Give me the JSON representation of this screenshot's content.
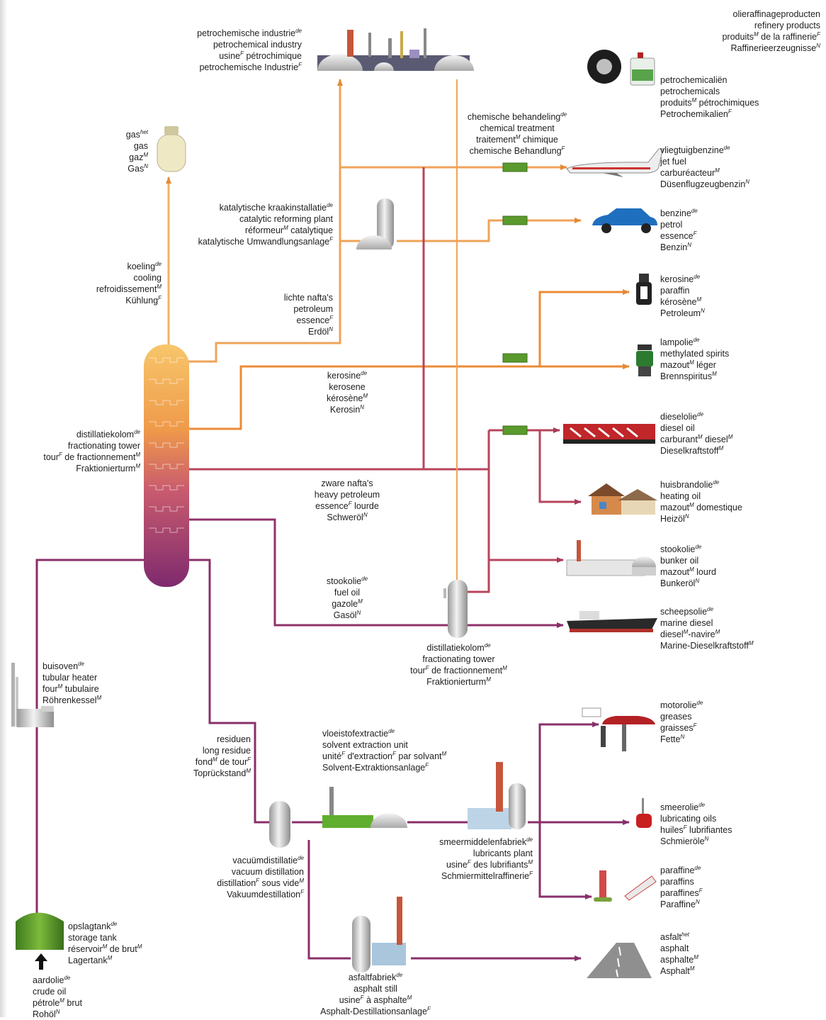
{
  "header": {
    "lines": [
      "olieraffinageproducten",
      "refinery products",
      "produits^M de la raffinerie^F",
      "Raffinerieerzeugnisse^N"
    ]
  },
  "units": {
    "petrochemical_industry": [
      "petrochemische industrie^de",
      "petrochemical industry",
      "usine^F pétrochimique",
      "petrochemische Industrie^F"
    ],
    "cooling": [
      "koeling^de",
      "cooling",
      "refroidissement^M",
      "Kühlung^F"
    ],
    "catalytic_reforming": [
      "katalytische kraakinstallatie^de",
      "catalytic reforming plant",
      "réformeur^M catalytique",
      "katalytische Umwandlungsanlage^F"
    ],
    "chemical_treatment": [
      "chemische behandeling^de",
      "chemical treatment",
      "traitement^M chimique",
      "chemische Behandlung^F"
    ],
    "light_naphtha": [
      "lichte nafta's",
      "petroleum",
      "essence^F",
      "Erdöl^N"
    ],
    "kerosene_stream": [
      "kerosine^de",
      "kerosene",
      "kérosène^M",
      "Kerosin^N"
    ],
    "main_tower": [
      "distillatiekolom^de",
      "fractionating tower",
      "tour^F de fractionnement^M",
      "Fraktionierturm^M"
    ],
    "heavy_naphtha": [
      "zware nafta's",
      "heavy petroleum",
      "essence^F lourde",
      "Schweröl^N"
    ],
    "fuel_oil_stream": [
      "stookolie^de",
      "fuel oil",
      "gazole^M",
      "Gasöl^N"
    ],
    "second_tower": [
      "distillatiekolom^de",
      "fractionating tower",
      "tour^F de fractionnement^M",
      "Fraktionierturm^M"
    ],
    "tubular_heater": [
      "buisoven^de",
      "tubular heater",
      "four^M tubulaire",
      "Röhrenkessel^M"
    ],
    "residue": [
      "residuen",
      "long residue",
      "fond^M de tour^F",
      "Toprückstand^M"
    ],
    "solvent_extraction": [
      "vloeistofextractie^de",
      "solvent extraction unit",
      "unité^F d'extraction^F par solvant^M",
      "Solvent-Extraktionsanlage^F"
    ],
    "lubricants_plant": [
      "smeermiddelenfabriek^de",
      "lubricants plant",
      "usine^F des lubrifiants^M",
      "Schmiermittelraffinerie^F"
    ],
    "vacuum_distillation": [
      "vacuümdistillatie^de",
      "vacuum distillation",
      "distillation^F sous vide^M",
      "Vakuumdestillation^F"
    ],
    "asphalt_still": [
      "asfaltfabriek^de",
      "asphalt still",
      "usine^F à asphalte^M",
      "Asphalt-Destillationsanlage^F"
    ],
    "storage_tank": [
      "opslagtank^de",
      "storage tank",
      "réservoir^M de brut^M",
      "Lagertank^M"
    ],
    "crude_oil": [
      "aardolie^de",
      "crude oil",
      "pétrole^M brut",
      "Rohöl^N"
    ]
  },
  "products": {
    "gas": [
      "gas^het",
      "gas",
      "gaz^M",
      "Gas^N"
    ],
    "petrochemicals": [
      "petrochemicaliën",
      "petrochemicals",
      "produits^M pétrochimiques",
      "Petrochemikalien^F"
    ],
    "jet_fuel": [
      "vliegtuigbenzine^de",
      "jet fuel",
      "carburéacteur^M",
      "Düsenflugzeugbenzin^N"
    ],
    "petrol": [
      "benzine^de",
      "petrol",
      "essence^F",
      "Benzin^N"
    ],
    "paraffin": [
      "kerosine^de",
      "paraffin",
      "kérosène^M",
      "Petroleum^N"
    ],
    "methylated_spirits": [
      "lampolie^de",
      "methylated spirits",
      "mazout^M léger",
      "Brennspiritus^M"
    ],
    "diesel_oil": [
      "dieselolie^de",
      "diesel oil",
      "carburant^M diesel^M",
      "Dieselkraftstoff^M"
    ],
    "heating_oil": [
      "huisbrandolie^de",
      "heating oil",
      "mazout^M domestique",
      "Heizöl^N"
    ],
    "bunker_oil": [
      "stookolie^de",
      "bunker oil",
      "mazout^M lourd",
      "Bunkeröl^N"
    ],
    "marine_diesel": [
      "scheepsolie^de",
      "marine diesel",
      "diesel^M-navire^M",
      "Marine-Dieselkraftstoff^M"
    ],
    "greases": [
      "motorolie^de",
      "greases",
      "graisses^F",
      "Fette^N"
    ],
    "lubricating_oils": [
      "smeerolie^de",
      "lubricating oils",
      "huiles^F lubrifiantes",
      "Schmieröle^N"
    ],
    "paraffins": [
      "paraffine^de",
      "paraffins",
      "paraffines^F",
      "Paraffine^N"
    ],
    "asphalt": [
      "asfalt^het",
      "asphalt",
      "asphalte^M",
      "Asphalt^M"
    ]
  },
  "icons": [
    "gas-bottle-icon",
    "tire-icon",
    "canister-icon",
    "airplane-icon",
    "car-icon",
    "lantern-icon",
    "camping-stove-icon",
    "locomotive-icon",
    "house-icon",
    "factory-icon",
    "ship-icon",
    "car-lift-icon",
    "oil-can-icon",
    "candle-icon",
    "road-icon",
    "storage-tank-icon",
    "tubular-heater-icon",
    "fractionating-tower-icon",
    "vacuum-distillation-icon",
    "solvent-extraction-icon",
    "lubricants-plant-icon",
    "asphalt-still-icon",
    "petrochemical-plant-icon",
    "catalytic-reformer-icon"
  ],
  "colors": {
    "orange": "#f0a35a",
    "orange_dark": "#e2822f",
    "red": "#b6435c",
    "purple": "#8a2f6a",
    "green_box": "#5a9a2c",
    "plant_gray": "#d9d9d9"
  }
}
